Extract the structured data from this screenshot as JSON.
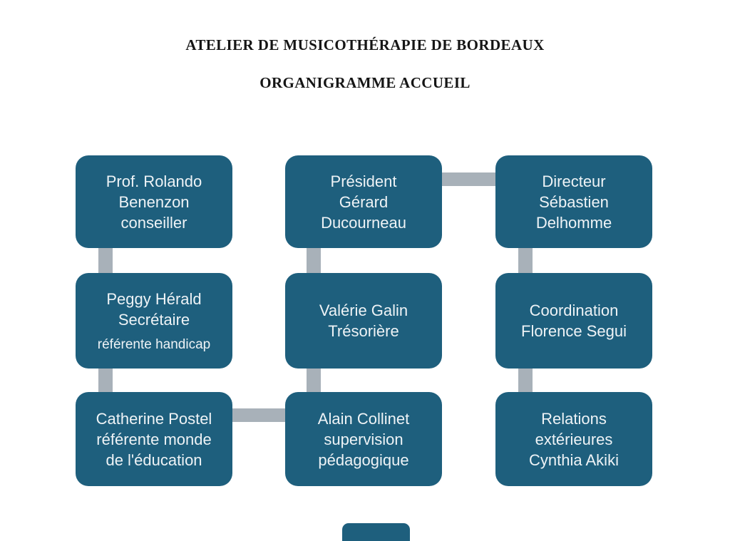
{
  "page": {
    "title": "ATELIER DE MUSICOTHÉRAPIE DE BORDEAUX",
    "subtitle": "ORGANIGRAMME ACCUEIL"
  },
  "colors": {
    "box_fill": "#1E5F7D",
    "box_text": "#EEF3F6",
    "connector": "#A8B1B9",
    "title_text": "#151515",
    "background": "#FFFFFF"
  },
  "diagram": {
    "type": "org-chart",
    "nodes": [
      {
        "id": "conseiller",
        "column": "left",
        "row": 1,
        "lines": [
          "Prof. Rolando",
          "Benenzon",
          "conseiller"
        ]
      },
      {
        "id": "president",
        "column": "middle",
        "row": 1,
        "lines": [
          "Président",
          "Gérard",
          "Ducourneau"
        ]
      },
      {
        "id": "directeur",
        "column": "right",
        "row": 1,
        "lines": [
          "Directeur",
          "Sébastien",
          "Delhomme"
        ]
      },
      {
        "id": "secretaire",
        "column": "left",
        "row": 2,
        "lines": [
          "Peggy Hérald",
          "Secrétaire",
          "référente handicap"
        ]
      },
      {
        "id": "tresoriere",
        "column": "middle",
        "row": 2,
        "lines": [
          "Valérie Galin",
          "Trésorière"
        ]
      },
      {
        "id": "coordination",
        "column": "right",
        "row": 2,
        "lines": [
          "Coordination",
          "Florence Segui"
        ]
      },
      {
        "id": "referente-education",
        "column": "left",
        "row": 3,
        "lines": [
          "Catherine Postel",
          "référente monde",
          "de l'éducation"
        ]
      },
      {
        "id": "supervision",
        "column": "middle",
        "row": 3,
        "lines": [
          "Alain Collinet",
          "supervision",
          "pédagogique"
        ]
      },
      {
        "id": "relations-exterieures",
        "column": "right",
        "row": 3,
        "lines": [
          "Relations",
          "extérieures",
          "Cynthia Akiki"
        ]
      }
    ],
    "edges": [
      {
        "from": "president",
        "to": "directeur",
        "orientation": "horizontal"
      },
      {
        "from": "conseiller",
        "to": "secretaire",
        "orientation": "vertical"
      },
      {
        "from": "secretaire",
        "to": "referente-education",
        "orientation": "vertical"
      },
      {
        "from": "president",
        "to": "tresoriere",
        "orientation": "vertical"
      },
      {
        "from": "tresoriere",
        "to": "supervision",
        "orientation": "vertical"
      },
      {
        "from": "directeur",
        "to": "coordination",
        "orientation": "vertical"
      },
      {
        "from": "coordination",
        "to": "relations-exterieures",
        "orientation": "vertical"
      },
      {
        "from": "referente-education",
        "to": "supervision",
        "orientation": "horizontal"
      }
    ],
    "partial_box_at_bottom": true
  }
}
